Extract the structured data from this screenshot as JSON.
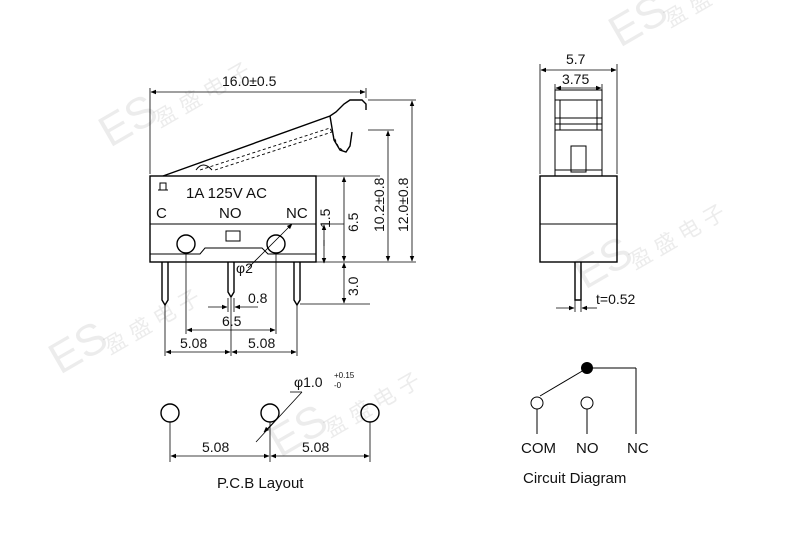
{
  "watermark": {
    "logo": "ES",
    "chars": "盈 盛 电 子"
  },
  "switch": {
    "rating": "1A 125V AC",
    "terminals": [
      "C",
      "NO",
      "NC"
    ],
    "dims": {
      "overall_length": "16.0±0.5",
      "height_body": "10.2±0.8",
      "height_total": "12.0±0.8",
      "pin_length": "3.0",
      "body_lower": "6.5",
      "step": "1.5",
      "hole_dia": "φ2",
      "pin_width": "0.8",
      "hole_offset": "6.5",
      "pitch_left": "5.08",
      "pitch_right": "5.08"
    }
  },
  "side": {
    "width": "5.7",
    "inner_width": "3.75",
    "pin_thickness": "t=0.52"
  },
  "pcb": {
    "hole_dia_main": "φ1.0",
    "tol_plus": "+0.15",
    "tol_minus": "-0",
    "pitch_left": "5.08",
    "pitch_right": "5.08",
    "title": "P.C.B Layout"
  },
  "circuit": {
    "labels": [
      "COM",
      "NO",
      "NC"
    ],
    "title": "Circuit Diagram"
  }
}
